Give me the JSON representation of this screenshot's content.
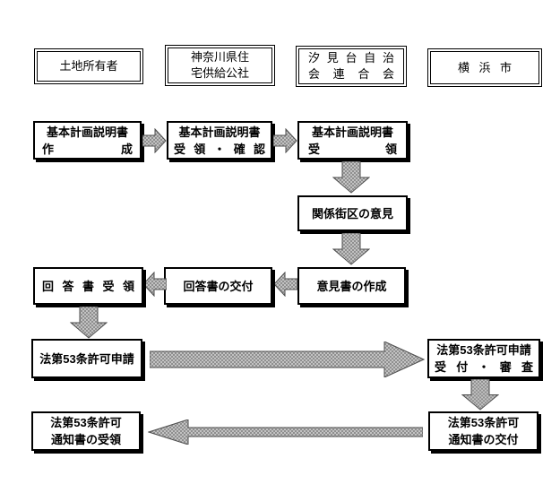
{
  "flow": {
    "columns": [
      {
        "label_lines": [
          "土地所有者"
        ]
      },
      {
        "label_lines": [
          "神奈川県住",
          "宅供給公社"
        ]
      },
      {
        "label_lines": [
          "汐見台自治",
          "会連合会"
        ]
      },
      {
        "label_lines": [
          "横浜市"
        ]
      }
    ],
    "steps": {
      "plan_create": {
        "line1": "基本計画説明書",
        "line2": "作成"
      },
      "plan_receive_check": {
        "line1": "基本計画説明書",
        "line2": "受領・確認"
      },
      "plan_receive": {
        "line1": "基本計画説明書",
        "line2": "受領"
      },
      "district_opinion": {
        "line1": "関係街区の意見"
      },
      "opinion_draft": {
        "line1": "意見書の作成"
      },
      "reply_issue": {
        "line1": "回答書の交付"
      },
      "reply_receive": {
        "line1": "回答書受領"
      },
      "permit_apply": {
        "line1": "法第53条許可申請"
      },
      "permit_review": {
        "line1": "法第53条許可申請",
        "line2": "受付・審査"
      },
      "notice_issue": {
        "line1": "法第53条許可",
        "line2": "通知書の交付"
      },
      "notice_receive": {
        "line1": "法第53条許可",
        "line2": "通知書の受領"
      }
    },
    "colors": {
      "background": "#ffffff",
      "box_border": "#000000",
      "text": "#000000",
      "arrow_fill_dark": "#8f8f8f",
      "arrow_fill_light": "#c2c2c2",
      "arrow_outline": "#4d4d4d"
    }
  }
}
